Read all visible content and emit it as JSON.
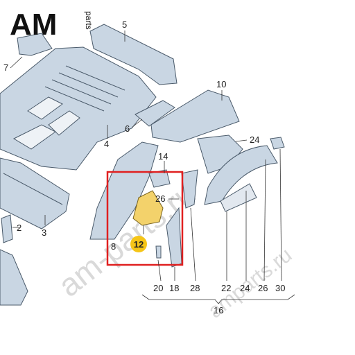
{
  "logo": {
    "brand": "AM",
    "suffix": "parts"
  },
  "watermarks": [
    "am-parts.ru",
    "amparts.ru"
  ],
  "highlight_color": "#e02020",
  "highlighted_part": "12",
  "callouts": [
    "5",
    "7",
    "10",
    "6",
    "4",
    "24",
    "14",
    "26",
    "3",
    "2",
    "8",
    "12"
  ],
  "bottom_row": [
    "20",
    "18",
    "28",
    "22",
    "24",
    "26",
    "30"
  ],
  "group_label": "16",
  "colors": {
    "part_fill": "#c9d6e3",
    "part_stroke": "#4a5a6a",
    "highlight_fill": "#f3d26b",
    "badge": "#f5c518"
  }
}
